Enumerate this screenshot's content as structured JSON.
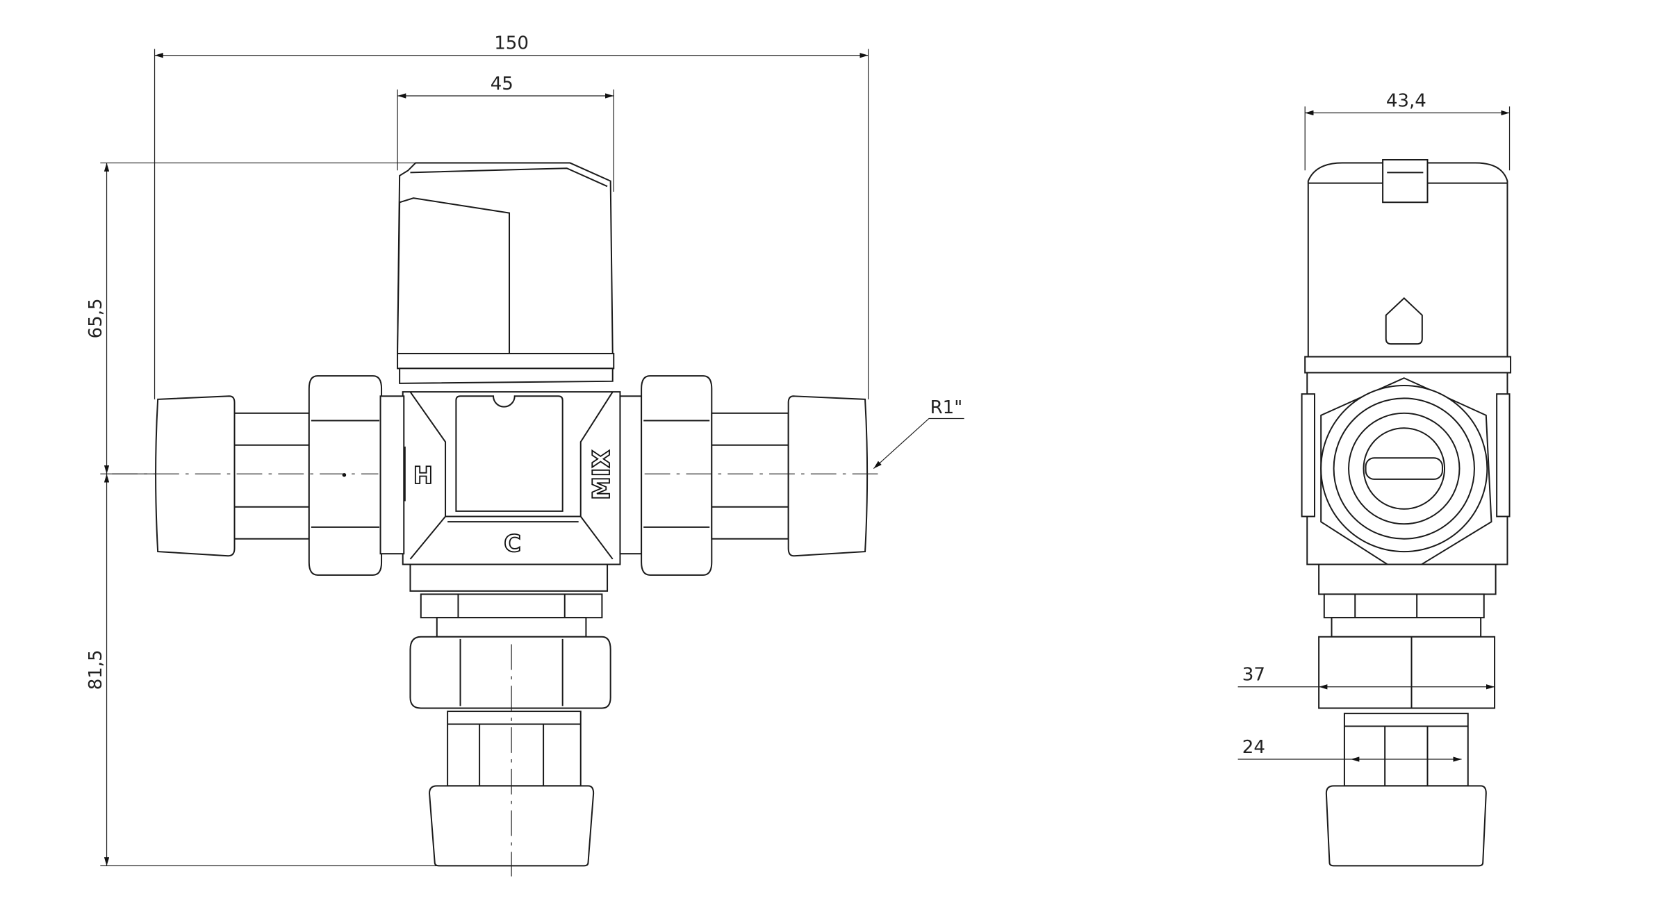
{
  "dimensions": {
    "overall_width": "150",
    "handle_width": "45",
    "upper_height": "65,5",
    "lower_height": "81,5",
    "side_width": "43,4",
    "nut_size": "37",
    "pipe_size": "24",
    "thread": "R1\""
  },
  "port_labels": {
    "hot": "H",
    "cold": "C",
    "mixed": "MIX"
  }
}
